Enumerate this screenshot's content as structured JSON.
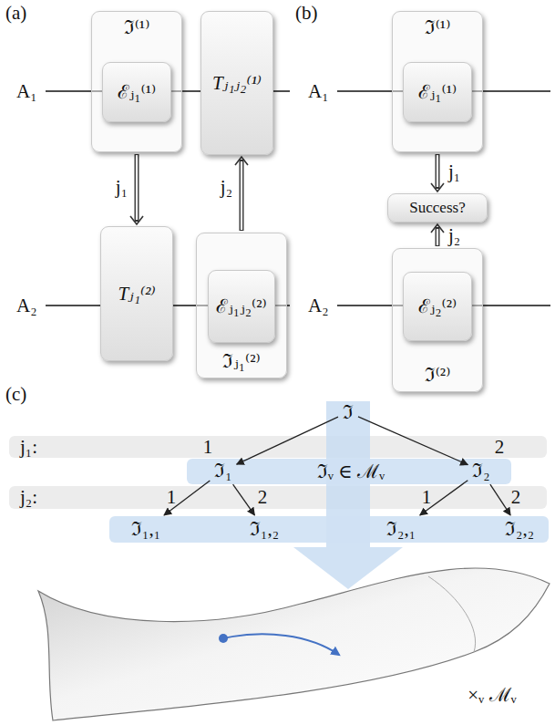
{
  "diagram": {
    "nodes": [
      {
        "text": [
          "ℑ⁽¹⁾"
        ]
      },
      {
        "text": [
          "ℰⱼ₁⁽¹⁾"
        ],
        "in": 0
      },
      {
        "text": [
          "Tⱼ₁ⱼ₂⁽¹⁾"
        ]
      },
      {
        "text": [
          "Tⱼ₁⁽²⁾"
        ]
      },
      {
        "text": [
          "ℑⱼ₁⁽²⁾"
        ]
      },
      {
        "text": [
          "ℰⱼ₁ⱼ₂⁽²⁾"
        ],
        "in": 4
      },
      {
        "text": [
          "ℑ⁽¹⁾"
        ]
      },
      {
        "text": [
          "ℰⱼ₁⁽¹⁾"
        ],
        "in": 6
      },
      {
        "text": [
          "Success?"
        ]
      },
      {
        "text": [
          "ℑ⁽²⁾"
        ]
      },
      {
        "text": [
          "ℰⱼ₂⁽²⁾"
        ],
        "in": 9
      },
      {
        "text": [
          "ℑ"
        ]
      },
      {
        "text": [
          "ℑ₁"
        ]
      },
      {
        "text": [
          "ℑ₂"
        ]
      },
      {
        "text": [
          "ℑ₁,₁"
        ]
      },
      {
        "text": [
          "ℑ₁,₂"
        ]
      },
      {
        "text": [
          "ℑ₂,₁"
        ]
      },
      {
        "text": [
          "ℑ₂,₂"
        ]
      }
    ],
    "edges": [
      {
        "from": 0,
        "to": 3,
        "label": "j₁",
        "arrow": "to"
      },
      {
        "from": 4,
        "to": 2,
        "label": "j₂",
        "arrow": "to"
      },
      {
        "from": 6,
        "to": 8,
        "label": "j₁",
        "arrow": "to"
      },
      {
        "from": 9,
        "to": 8,
        "label": "j₂",
        "arrow": "to"
      },
      {
        "from": 11,
        "to": 12,
        "label": "1",
        "arrow": "to"
      },
      {
        "from": 11,
        "to": 13,
        "label": "2",
        "arrow": "to"
      },
      {
        "from": 12,
        "to": 14,
        "label": "1",
        "arrow": "to"
      },
      {
        "from": 12,
        "to": 15,
        "label": "2",
        "arrow": "to"
      },
      {
        "from": 13,
        "to": 16,
        "label": "1",
        "arrow": "to"
      },
      {
        "from": 13,
        "to": 17,
        "label": "2",
        "arrow": "to"
      }
    ],
    "labels": [
      "(a)",
      "A₁",
      "A₂",
      "(b)",
      "A₁",
      "A₂",
      "(c)",
      "j₁:",
      "j₂:",
      "ℑᵥ ∈ ℳᵥ",
      "×ᵥ ℳᵥ"
    ]
  }
}
